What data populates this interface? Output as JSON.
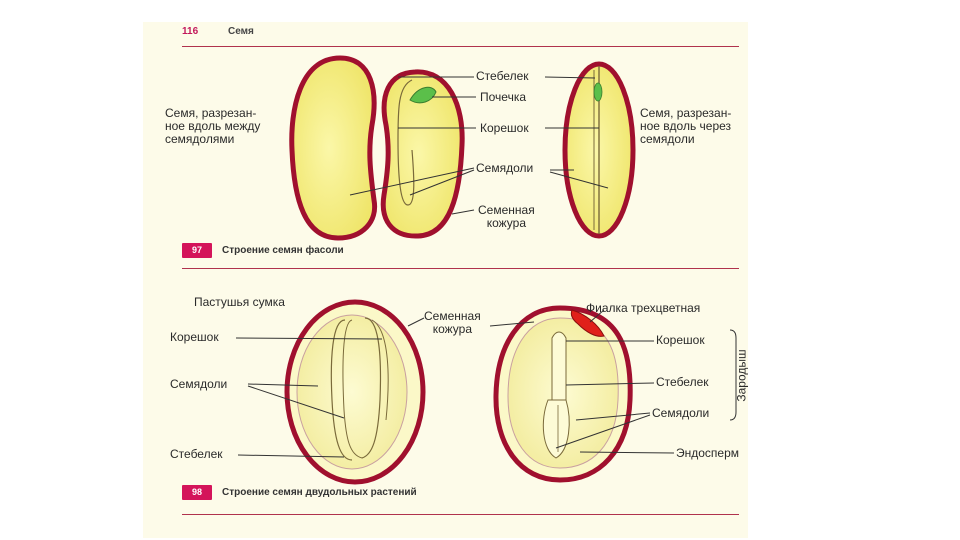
{
  "header": {
    "page_number": "116",
    "section_title": "Семя"
  },
  "figure_97": {
    "left_label": "Семя, разрезан-\nное вдоль между\nсемядолями",
    "right_label": "Семя, разрезан-\nное вдоль через\nсемядоли",
    "labels": {
      "stem": "Стебелек",
      "bud": "Почечка",
      "root": "Корешок",
      "cotyledons": "Семядоли",
      "seed_coat": "Семенная\nкожура"
    },
    "badge": "97",
    "caption": "Строение семян фасоли"
  },
  "figure_98": {
    "shepherds_purse": "Пастушья сумка",
    "violet": "Фиалка трехцветная",
    "labels_left": {
      "root": "Корешок",
      "cotyledons": "Семядоли",
      "stem": "Стебелек"
    },
    "seed_coat": "Семенная\nкожура",
    "labels_right": {
      "root": "Корешок",
      "stem": "Стебелек",
      "cotyledons": "Семядоли",
      "endosperm": "Эндосперм"
    },
    "embryo": "Зародыш",
    "badge": "98",
    "caption": "Строение семян двудольных растений"
  },
  "colors": {
    "seed_fill": "#f6f08a",
    "seed_outline": "#a0102e",
    "bud_green": "#5bbf4a",
    "violet_red": "#e0201a",
    "badge_pink": "#d4145a"
  }
}
